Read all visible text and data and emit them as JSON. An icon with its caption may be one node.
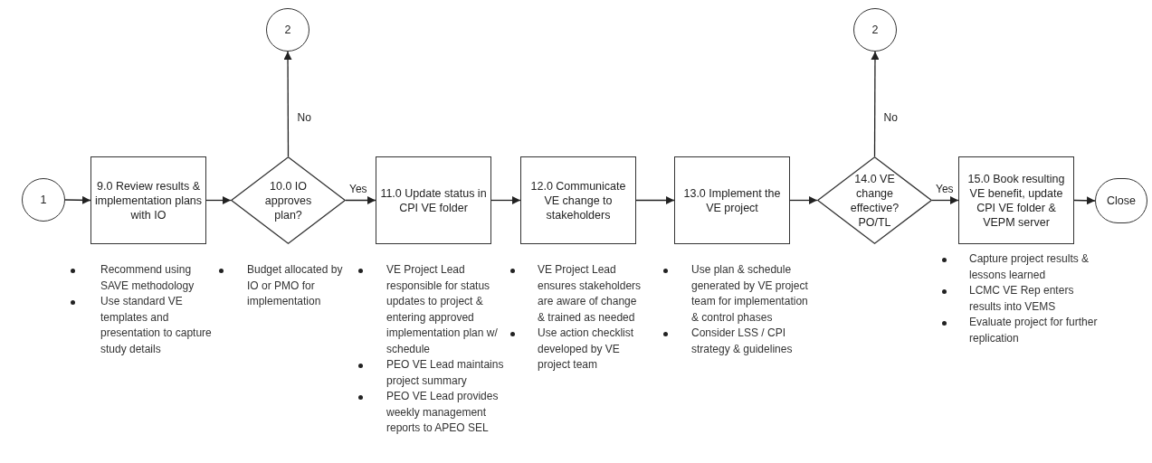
{
  "diagram": {
    "nodes": [
      {
        "text": [
          "1"
        ]
      },
      {
        "text": [
          "9.0 Review results & implementation plans with IO"
        ],
        "beside": [
          "Recommend using SAVE methodology",
          "Use standard VE templates and presentation to capture study details"
        ]
      },
      {
        "text": [
          "10.0 IO approves plan?"
        ],
        "beside": [
          "Budget allocated by IO or PMO for implementation"
        ]
      },
      {
        "text": [
          "2"
        ]
      },
      {
        "text": [
          "11.0 Update status in CPI VE folder"
        ],
        "beside": [
          "VE Project Lead responsible for status updates to project & entering approved implementation plan w/ schedule",
          "PEO VE Lead maintains project summary",
          "PEO VE Lead provides weekly management reports to APEO SEL"
        ]
      },
      {
        "text": [
          "12.0 Communicate VE change to stakeholders"
        ],
        "beside": [
          "VE Project Lead ensures stakeholders are aware of change & trained as needed",
          "Use action checklist developed by VE project team"
        ]
      },
      {
        "text": [
          "13.0 Implement the VE project"
        ],
        "beside": [
          "Use plan & schedule generated by VE project team for implementation & control phases",
          "Consider LSS / CPI strategy & guidelines"
        ]
      },
      {
        "text": [
          "14.0 VE change effective? PO/TL"
        ]
      },
      {
        "text": [
          "2"
        ]
      },
      {
        "text": [
          "15.0 Book resulting VE benefit, update CPI VE folder & VEPM server"
        ],
        "beside": [
          "Capture project results & lessons learned",
          "LCMC VE Rep enters results into VEMS",
          "Evaluate project for further replication"
        ]
      },
      {
        "text": [
          "Close"
        ]
      }
    ],
    "edges": [
      {
        "from": 0,
        "to": 1,
        "arrow": "to"
      },
      {
        "from": 1,
        "to": 2,
        "arrow": "to"
      },
      {
        "from": 2,
        "to": 4,
        "arrow": "to",
        "label": "Yes"
      },
      {
        "from": 2,
        "to": 3,
        "arrow": "to",
        "label": "No"
      },
      {
        "from": 4,
        "to": 5,
        "arrow": "to"
      },
      {
        "from": 5,
        "to": 6,
        "arrow": "to"
      },
      {
        "from": 6,
        "to": 7,
        "arrow": "to"
      },
      {
        "from": 7,
        "to": 9,
        "arrow": "to",
        "label": "Yes"
      },
      {
        "from": 7,
        "to": 8,
        "arrow": "to",
        "label": "No"
      },
      {
        "from": 9,
        "to": 10,
        "arrow": "to"
      }
    ]
  }
}
